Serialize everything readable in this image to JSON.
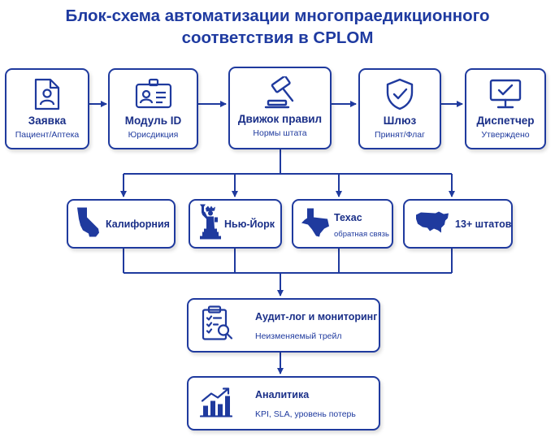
{
  "title": {
    "line1": "Блок-схема автоматизации многопраедикционного",
    "line2": "соответствия в CPLOM"
  },
  "colors": {
    "primary": "#1f3a9e",
    "text": "#1a2f88",
    "background": "#ffffff"
  },
  "pipeline": [
    {
      "label": "Заявка",
      "sub": "Пациент/Аптека",
      "icon": "document-person-icon"
    },
    {
      "label": "Модуль ID",
      "sub": "Юрисдикция",
      "icon": "id-card-icon"
    },
    {
      "label": "Движок правил",
      "sub": "Нормы штата",
      "icon": "gavel-icon"
    },
    {
      "label": "Шлюз",
      "sub": "Принят/Флаг",
      "icon": "shield-check-icon"
    },
    {
      "label": "Диспетчер",
      "sub": "Утверждено",
      "icon": "monitor-check-icon"
    }
  ],
  "states": [
    {
      "label": "Калифорния",
      "sub": "",
      "icon": "california-map-icon"
    },
    {
      "label": "Нью-Йорк",
      "sub": "",
      "icon": "statue-of-liberty-icon"
    },
    {
      "label": "Техас",
      "sub": "обратная связь",
      "icon": "texas-map-icon"
    },
    {
      "label": "13+ штатов",
      "sub": "",
      "icon": "usa-map-icon"
    }
  ],
  "audit": {
    "label": "Аудит-лог и мониторинг",
    "sub": "Неизменяемый трейл",
    "icon": "clipboard-search-icon"
  },
  "analytics": {
    "label": "Аналитика",
    "sub": "KPI, SLA, уровень потерь",
    "icon": "bar-chart-icon"
  }
}
